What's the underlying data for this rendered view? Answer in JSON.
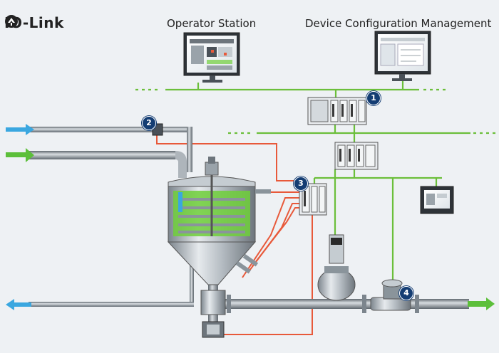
{
  "logo": {
    "text": "IO-Link",
    "icon": "io-link-logo-icon"
  },
  "labels": {
    "operator_station": "Operator Station",
    "device_config": "Device Configuration Management"
  },
  "markers": [
    "1",
    "2",
    "3",
    "4"
  ],
  "colors": {
    "network_green": "#6bbf3a",
    "io_link_red": "#e8593a",
    "inlet_blue": "#3aa7e0",
    "inlet_green": "#5cbf3a",
    "tank_fill": "#6fcf3a",
    "badge_blue": "#143d73",
    "background": "#eef1f4"
  }
}
